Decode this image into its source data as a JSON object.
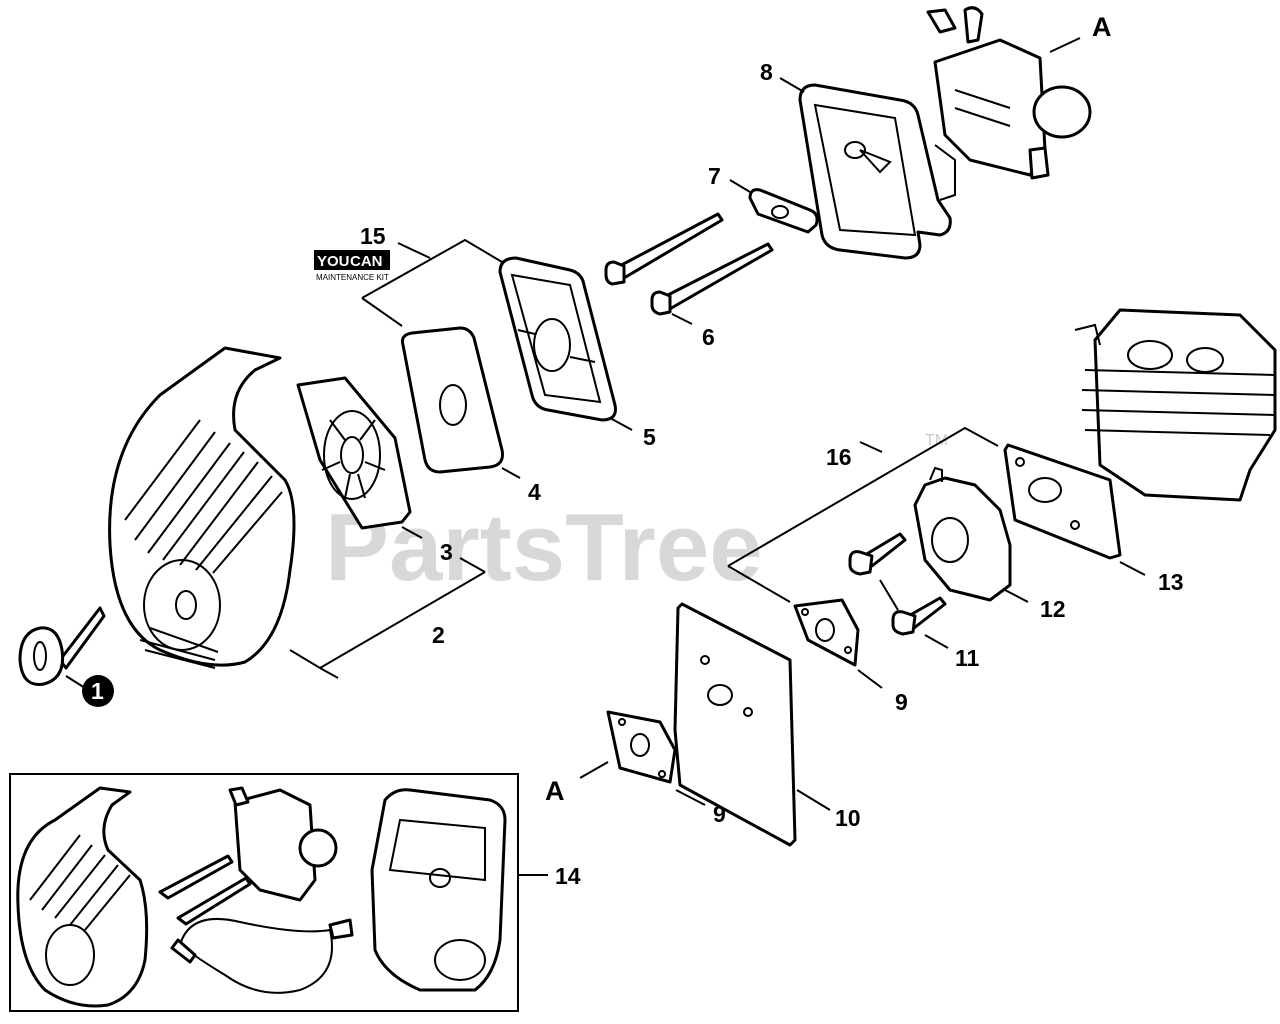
{
  "labels": {
    "p1": "1",
    "p2": "2",
    "p3": "3",
    "p4": "4",
    "p5": "5",
    "p6": "6",
    "p7": "7",
    "p8": "8",
    "p9a": "9",
    "p9b": "9",
    "p10": "10",
    "p11": "11",
    "p12": "12",
    "p13": "13",
    "p14": "14",
    "p15": "15",
    "p16": "16",
    "refA_top": "A",
    "refA_bottom": "A"
  },
  "badge": {
    "you": "YOU",
    "can": "CAN",
    "caption": "MAINTENANCE KIT"
  },
  "watermark": {
    "text": "PartsTree",
    "tm": "TM"
  }
}
